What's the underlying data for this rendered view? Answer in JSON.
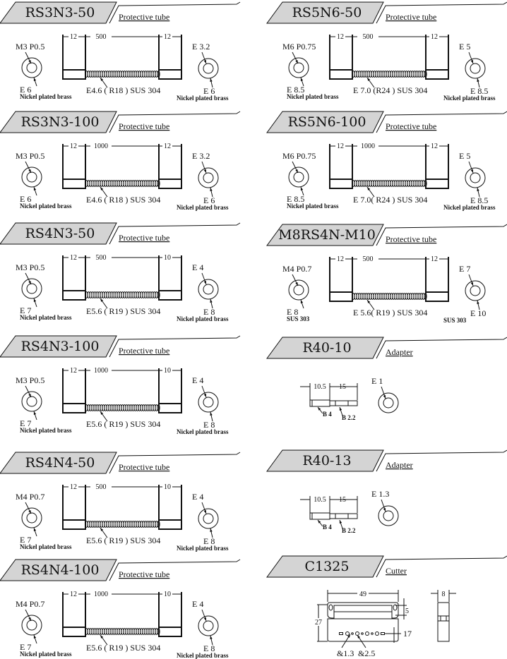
{
  "tubes": [
    {
      "title": "RS3N3-50",
      "subtitle": "Protective tube",
      "dim_left": "12",
      "dim_mid": "500",
      "dim_right": "12",
      "left_thread": "M3 P0.5",
      "left_outer": "E 6",
      "left_material": "Nickel plated brass",
      "spring": "E4.6 ( R18 ) SUS 304",
      "right_inner": "E 3.2",
      "right_outer": "E 6",
      "right_material": "Nickel plated brass"
    },
    {
      "title": "RS3N3-100",
      "subtitle": "Protective tube",
      "dim_left": "12",
      "dim_mid": "1000",
      "dim_right": "12",
      "left_thread": "M3 P0.5",
      "left_outer": "E 6",
      "left_material": "Nickel plated brass",
      "spring": "E4.6 ( R18 ) SUS 304",
      "right_inner": "E 3.2",
      "right_outer": "E 6",
      "right_material": "Nickel plated brass"
    },
    {
      "title": "RS4N3-50",
      "subtitle": "Protective tube",
      "dim_left": "12",
      "dim_mid": "500",
      "dim_right": "10",
      "left_thread": "M3 P0.5",
      "left_outer": "E 7",
      "left_material": "Nickel plated brass",
      "spring": "E5.6 ( R19 ) SUS 304",
      "right_inner": "E 4",
      "right_outer": "E 8",
      "right_material": "Nickel plated brass"
    },
    {
      "title": "RS4N3-100",
      "subtitle": "Protective tube",
      "dim_left": "12",
      "dim_mid": "1000",
      "dim_right": "10",
      "left_thread": "M3 P0.5",
      "left_outer": "E 7",
      "left_material": "Nickel plated brass",
      "spring": "E5.6 ( R19 ) SUS 304",
      "right_inner": "E 4",
      "right_outer": "E 8",
      "right_material": "Nickel plated brass"
    },
    {
      "title": "RS4N4-50",
      "subtitle": "Protective tube",
      "dim_left": "12",
      "dim_mid": "500",
      "dim_right": "10",
      "left_thread": "M4 P0.7",
      "left_outer": "E 7",
      "left_material": "Nickel plated brass",
      "spring": "E5.6 ( R19 ) SUS 304",
      "right_inner": "E 4",
      "right_outer": "E 8",
      "right_material": "Nickel plated brass"
    },
    {
      "title": "RS4N4-100",
      "subtitle": "Protective tube",
      "dim_left": "12",
      "dim_mid": "1000",
      "dim_right": "10",
      "left_thread": "M4 P0.7",
      "left_outer": "E 7",
      "left_material": "Nickel plated brass",
      "spring": "E5.6 ( R19 ) SUS 304",
      "right_inner": "E 4",
      "right_outer": "E 8",
      "right_material": "Nickel plated brass"
    },
    {
      "title": "RS5N6-50",
      "subtitle": "Protective tube",
      "dim_left": "12",
      "dim_mid": "500",
      "dim_right": "12",
      "left_thread": "M6 P0.75",
      "left_outer": "E 8.5",
      "left_material": "Nickel plated brass",
      "spring": "E 7.0 (R24 ) SUS 304",
      "right_inner": "E 5",
      "right_outer": "E 8.5",
      "right_material": "Nickel plated brass"
    },
    {
      "title": "RS5N6-100",
      "subtitle": "Protective tube",
      "dim_left": "12",
      "dim_mid": "1000",
      "dim_right": "12",
      "left_thread": "M6 P0.75",
      "left_outer": "E 8.5",
      "left_material": "Nickel plated brass",
      "spring": "E 7.0( R24 ) SUS 304",
      "right_inner": "E 5",
      "right_outer": "E 8.5",
      "right_material": "Nickel plated brass"
    },
    {
      "title": "M8RS4N-M10",
      "subtitle": "Protective tube",
      "dim_left": "12",
      "dim_mid": "500",
      "dim_right": "12",
      "left_thread": "M4 P0.7",
      "left_outer": "E 8",
      "left_material": "SUS 303",
      "spring": "E 5.6( R19 ) SUS 304",
      "right_inner": "E 7",
      "right_outer": "E 10",
      "right_material": "SUS 303"
    }
  ],
  "adapters": [
    {
      "title": "R40-10",
      "subtitle": "Adapter",
      "dim_a": "10.5",
      "dim_b": "15",
      "bore_a": "B 4",
      "bore_b": "B 2.2",
      "end_hole": "E 1"
    },
    {
      "title": "R40-13",
      "subtitle": "Adapter",
      "dim_a": "10.5",
      "dim_b": "15",
      "bore_a": "B 4",
      "bore_b": "B 2.2",
      "end_hole": "E 1.3"
    }
  ],
  "cutter": {
    "title": "C1325",
    "subtitle": "Cutter",
    "width": "49",
    "height": "27",
    "slot": "5",
    "hole_line": "17",
    "hole_small": "&1.3",
    "hole_large": "&2.5",
    "thickness": "8"
  },
  "colors": {
    "banner": "#d4d4d4",
    "ink": "#111111"
  }
}
